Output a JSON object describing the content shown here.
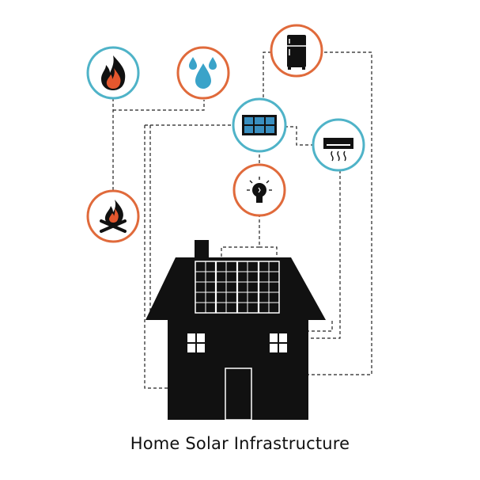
{
  "diagram": {
    "caption": "Home Solar Infrastructure",
    "colors": {
      "orange_ring": "#e06a3b",
      "blue_ring": "#4fb3c8",
      "flame": "#e4572e",
      "water": "#3aa3c9",
      "panel_blue": "#3a8fc0",
      "house": "#111111",
      "connector": "#222222",
      "background": "#ffffff"
    },
    "nodes": [
      {
        "id": "gas-heat",
        "icon": "flame-icon",
        "ring": "blue"
      },
      {
        "id": "water-heater",
        "icon": "water-drops-icon",
        "ring": "orange"
      },
      {
        "id": "refrigerator",
        "icon": "refrigerator-icon",
        "ring": "orange"
      },
      {
        "id": "solar-panel",
        "icon": "solar-panel-icon",
        "ring": "blue"
      },
      {
        "id": "air-conditioner",
        "icon": "air-conditioner-icon",
        "ring": "blue"
      },
      {
        "id": "lighting",
        "icon": "light-bulb-icon",
        "ring": "orange"
      },
      {
        "id": "fireplace",
        "icon": "campfire-icon",
        "ring": "orange"
      }
    ]
  }
}
